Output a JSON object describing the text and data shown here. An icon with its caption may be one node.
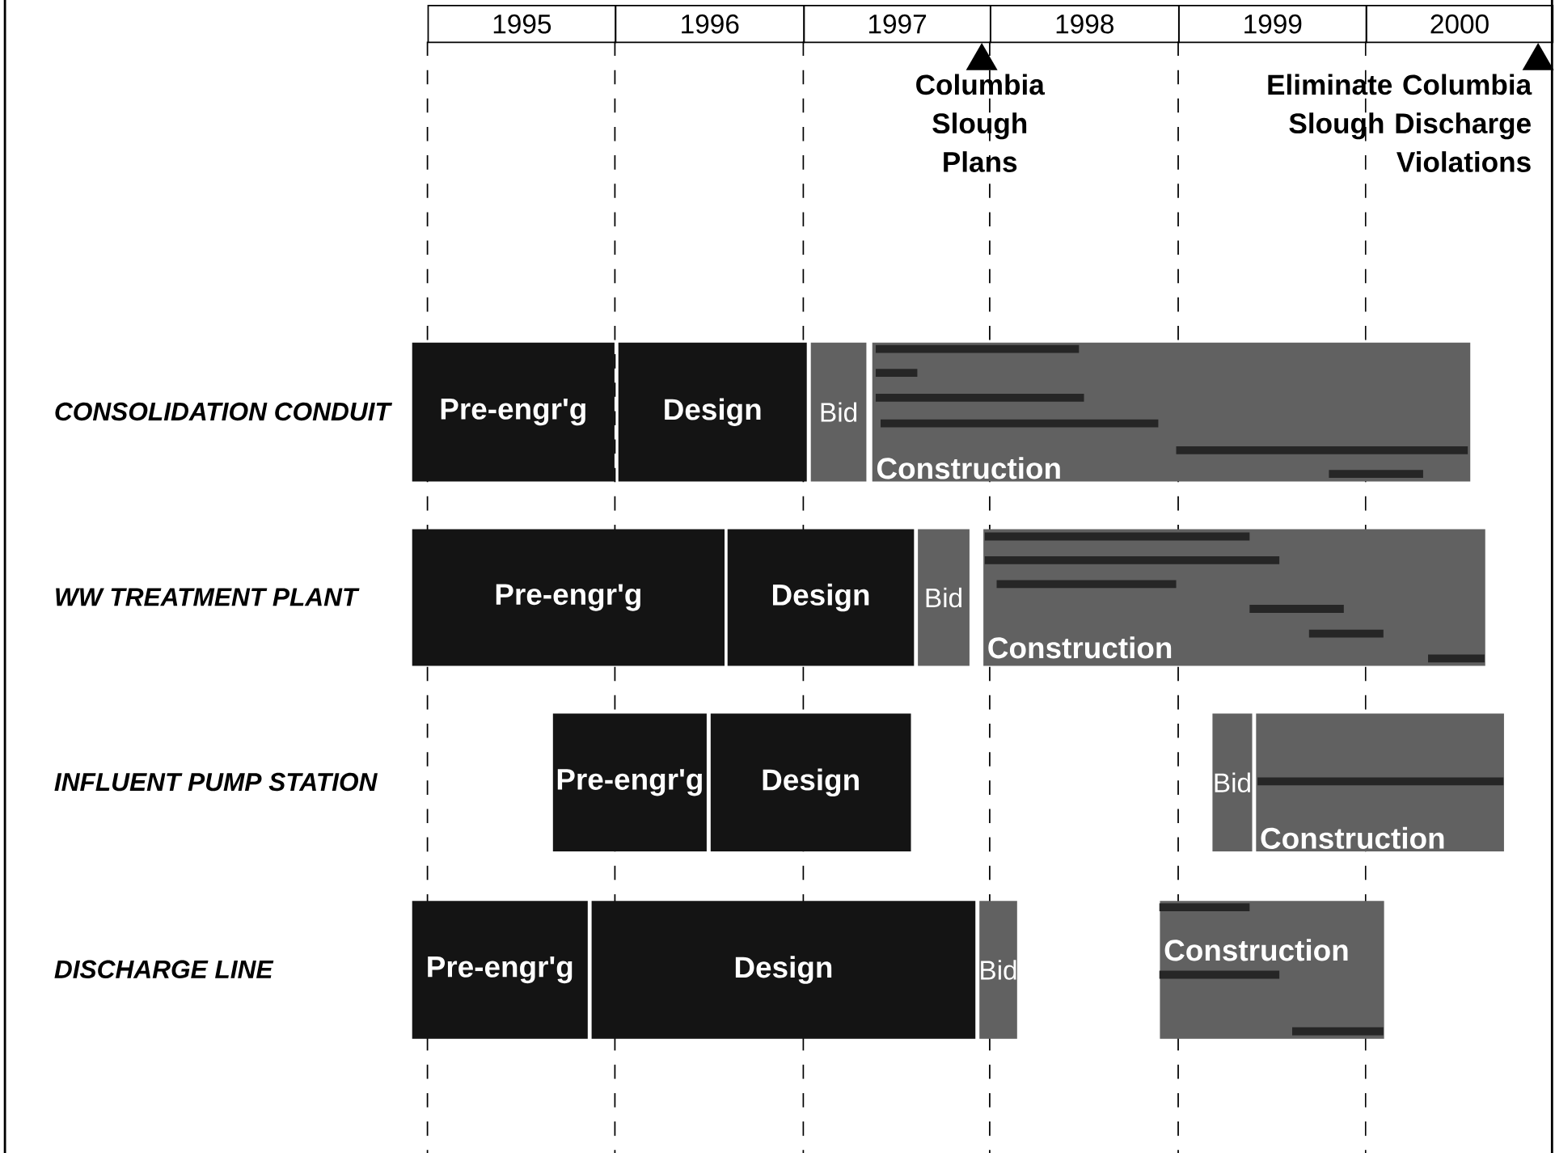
{
  "diagram": {
    "nodes": [
      {
        "text": [],
        "shape": "triangle",
        "beside": [
          "Columbia Slough Plans"
        ]
      },
      {
        "text": [],
        "shape": "triangle",
        "beside": [
          "Eliminate Columbia Slough Discharge Violations"
        ]
      },
      {
        "text": [
          "Pre-engr'g"
        ]
      },
      {
        "text": [
          "Design"
        ]
      },
      {
        "text": [
          "Bid"
        ]
      },
      {
        "text": [
          "Construction"
        ]
      },
      {
        "text": [
          "Pre-engr'g"
        ]
      },
      {
        "text": [
          "Design"
        ]
      },
      {
        "text": [
          "Bid"
        ]
      },
      {
        "text": [
          "Construction"
        ]
      },
      {
        "text": [
          "Pre-engr'g"
        ]
      },
      {
        "text": [
          "Design"
        ]
      },
      {
        "text": [
          "Bid"
        ]
      },
      {
        "text": [
          "Construction"
        ]
      },
      {
        "text": [
          "Pre-engr'g"
        ]
      },
      {
        "text": [
          "Design"
        ]
      },
      {
        "text": [
          "Bid"
        ]
      },
      {
        "text": [
          "Construction"
        ]
      }
    ],
    "edges": [],
    "labels": [
      "1995",
      "1996",
      "1997",
      "1998",
      "1999",
      "2000",
      "CONSOLIDATION CONDUIT",
      "WW TREATMENT PLANT",
      "INFLUENT PUMP STATION",
      "DISCHARGE LINE"
    ]
  }
}
